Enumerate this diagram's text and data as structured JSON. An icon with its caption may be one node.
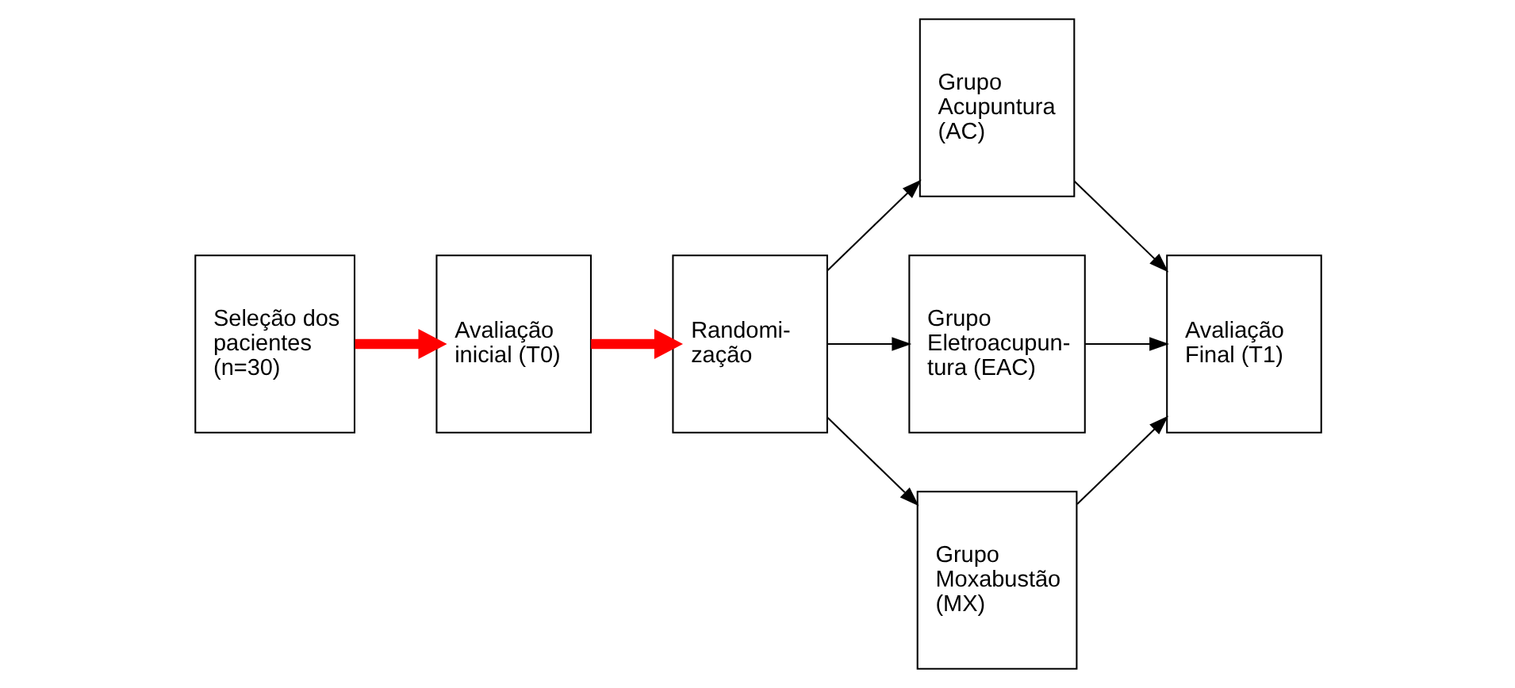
{
  "diagram": {
    "nodes": [
      {
        "text": [
          "Seleção dos pacientes (n=30)"
        ]
      },
      {
        "text": [
          "Avaliação inicial (T0)"
        ]
      },
      {
        "text": [
          "Randomi- zação"
        ]
      },
      {
        "text": [
          "Grupo Acupuntura (AC)"
        ]
      },
      {
        "text": [
          "Grupo Eletroacupun- tura (EAC)"
        ]
      },
      {
        "text": [
          "Grupo Moxabustão (MX)"
        ]
      },
      {
        "text": [
          "Avaliação Final (T1)"
        ]
      }
    ],
    "edges": [
      {
        "from": 0,
        "to": 1,
        "arrow": "to",
        "style": "thick",
        "color": "#ff0000"
      },
      {
        "from": 1,
        "to": 2,
        "arrow": "to",
        "style": "thick",
        "color": "#ff0000"
      },
      {
        "from": 2,
        "to": 3,
        "arrow": "to"
      },
      {
        "from": 2,
        "to": 4,
        "arrow": "to"
      },
      {
        "from": 2,
        "to": 5,
        "arrow": "to"
      },
      {
        "from": 3,
        "to": 6,
        "arrow": "to"
      },
      {
        "from": 4,
        "to": 6,
        "arrow": "to"
      },
      {
        "from": 5,
        "to": 6,
        "arrow": "to"
      }
    ]
  }
}
